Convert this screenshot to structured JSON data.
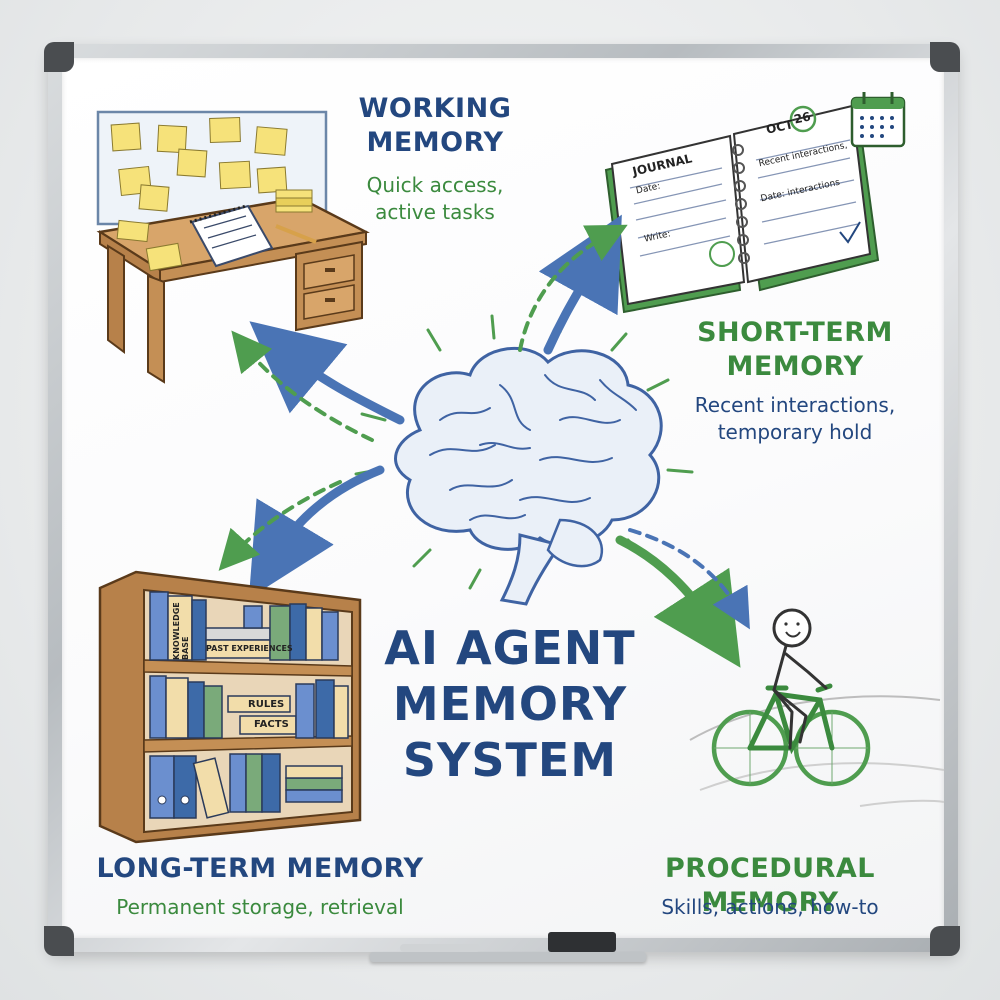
{
  "title": {
    "line1": "AI AGENT",
    "line2": "MEMORY",
    "line3": "SYSTEM"
  },
  "working": {
    "heading_line1": "WORKING",
    "heading_line2": "MEMORY",
    "desc_line1": "Quick access,",
    "desc_line2": "active tasks"
  },
  "short_term": {
    "heading_line1": "SHORT-TERM",
    "heading_line2": "MEMORY",
    "desc_line1": "Recent interactions,",
    "desc_line2": "temporary hold"
  },
  "long_term": {
    "heading": "LONG-TERM MEMORY",
    "desc": "Permanent storage, retrieval"
  },
  "procedural": {
    "heading": "PROCEDURAL MEMORY",
    "desc": "Skills, actions, how-to"
  },
  "journal": {
    "title": "JOURNAL",
    "month": "OCT",
    "day": "26",
    "lines": [
      "Date:",
      "Write:",
      "Recent interactions,",
      "Date: interactions"
    ]
  },
  "bookshelf": {
    "knowledge_base": "KNOWLEDGE BASE",
    "past_experiences": "PAST EXPERIENCES",
    "rules": "RULES",
    "facts": "FACTS"
  },
  "colors": {
    "blue": "#23477f",
    "green": "#3b8a3e",
    "arrow_blue": "#4a74b5",
    "arrow_green": "#4f9d4f"
  },
  "icons": [
    "brain-icon",
    "desk-icon",
    "journal-icon",
    "calendar-icon",
    "bookshelf-icon",
    "cyclist-icon"
  ]
}
